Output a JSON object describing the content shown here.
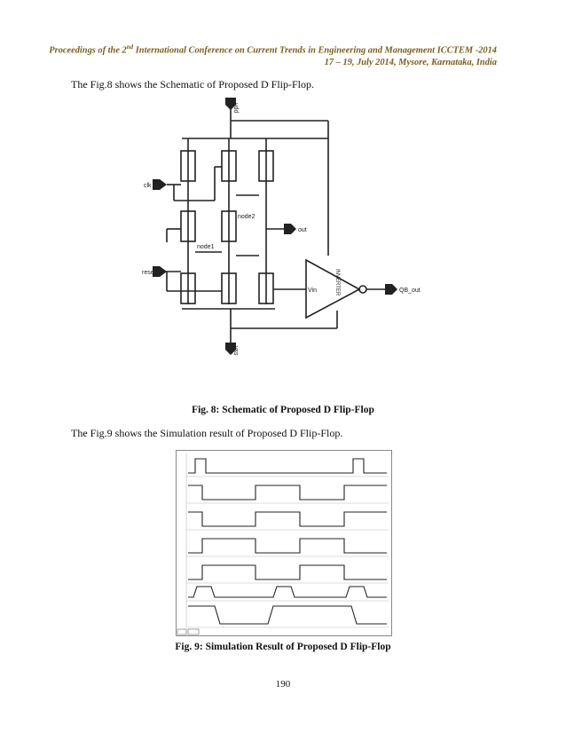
{
  "header": {
    "line1_pre": "Proceedings of the 2",
    "line1_sup": "nd",
    "line1_post": " International Conference on Current Trends in Engineering and Management ICCTEM -2014",
    "line2": "17 – 19, July 2014, Mysore, Karnataka, India"
  },
  "text": {
    "intro_fig8": "The Fig.8 shows the Schematic of Proposed D Flip-Flop.",
    "caption_fig8": "Fig. 8: Schematic of Proposed D Flip-Flop",
    "intro_fig9": "The Fig.9 shows the Simulation result of Proposed D Flip-Flop.",
    "caption_fig9": "Fig. 9: Simulation Result of Proposed D Flip-Flop"
  },
  "schematic": {
    "labels": {
      "vdd": "vdd",
      "vss": "vss",
      "clk": "clk",
      "reset": "reset",
      "node1": "node1",
      "node2": "node2",
      "out": "out",
      "qb_out": "QB_out",
      "inverter": "INVERTER",
      "vin": "Vin"
    }
  },
  "footer": {
    "page_number": "190"
  }
}
